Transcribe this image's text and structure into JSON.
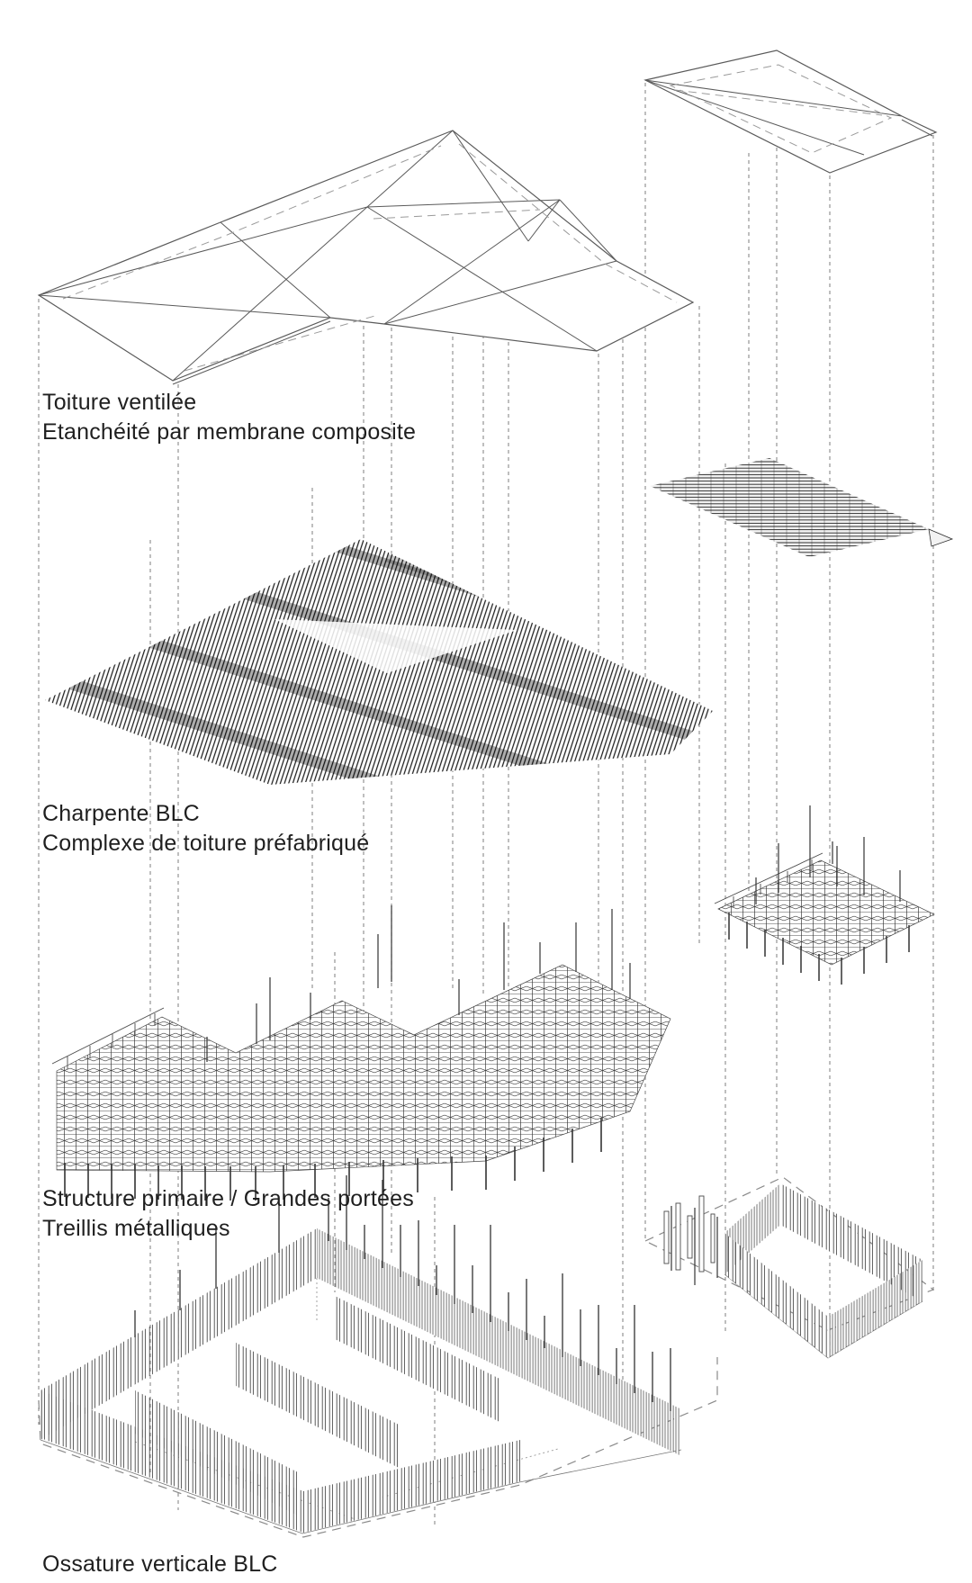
{
  "diagram": {
    "type": "exploded-axonometric-construction-diagram",
    "background": "#ffffff",
    "line_color": "#5a5a5a",
    "dark_hatch_color": "#1c1c1c",
    "dashed_line_color": "#8a8a8a",
    "text_color": "#1f1f1f"
  },
  "labels": {
    "layer1": {
      "line1": "Toiture ventilée",
      "line2": "Etanchéité par membrane composite"
    },
    "layer2": {
      "line1": "Charpente BLC",
      "line2": "Complexe de toiture préfabriqué"
    },
    "layer3": {
      "line1": "Structure primaire / Grandes portées",
      "line2": "Treillis métalliques"
    },
    "layer4": {
      "line1": "Ossature verticale BLC"
    }
  }
}
